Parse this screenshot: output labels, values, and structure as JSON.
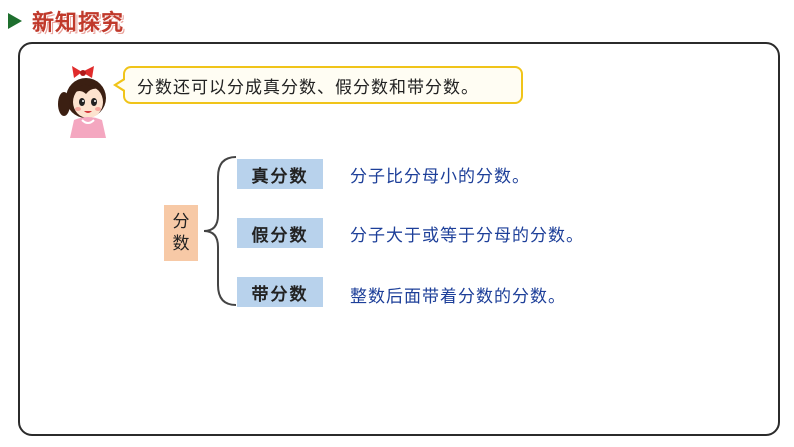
{
  "header": {
    "title": "新知探究",
    "icon": "play-triangle-icon"
  },
  "bubble": {
    "text": "分数还可以分成真分数、假分数和带分数。"
  },
  "root": {
    "line1": "分",
    "line2": "数"
  },
  "terms": [
    {
      "label": "真分数",
      "definition": "分子比分母小的分数。"
    },
    {
      "label": "假分数",
      "definition": "分子大于或等于分母的分数。"
    },
    {
      "label": "带分数",
      "definition": "整数后面带着分数的分数。"
    }
  ],
  "colors": {
    "header_red": "#c0392b",
    "play_green": "#1e6f2e",
    "term_blue": "#b8d2ec",
    "root_peach": "#f7c9a6",
    "definition_text": "#1d3f99",
    "bubble_border": "#f0c419"
  }
}
